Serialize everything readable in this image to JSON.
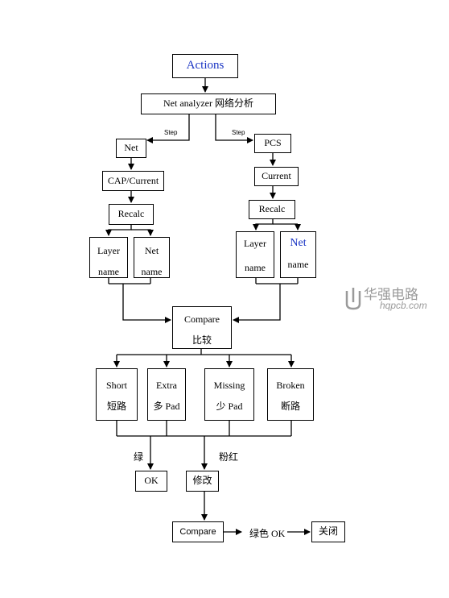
{
  "nodes": {
    "actions": "Actions",
    "net_analyzer": "Net analyzer 网络分析",
    "step_left": "Step",
    "step_right": "Step",
    "net": "Net",
    "pcs": "PCS",
    "cap_current": "CAP/Current",
    "current": "Current",
    "recalc_left": "Recalc",
    "recalc_right": "Recalc",
    "left_layer": [
      "Layer",
      "name"
    ],
    "left_net": [
      "Net",
      "name"
    ],
    "right_layer": [
      "Layer",
      "name"
    ],
    "right_net": [
      "Net",
      "name"
    ],
    "compare_main": [
      "Compare",
      "比较"
    ],
    "short": [
      "Short",
      "短路"
    ],
    "extra": [
      "Extra",
      "多 Pad"
    ],
    "missing": [
      "Missing",
      "少 Pad"
    ],
    "broken": [
      "Broken",
      "断路"
    ],
    "green_label": "绿",
    "pink_label": "粉红",
    "ok": "OK",
    "modify": "修改",
    "compare_final": "Compare",
    "green_ok": "绿色 OK",
    "close": "关闭"
  },
  "watermark": {
    "cn": "华强电路",
    "url": "hqpcb.com"
  },
  "colors": {
    "line": "#000000",
    "accent_text": "#1a35c4",
    "watermark": "#9a9a9a"
  }
}
